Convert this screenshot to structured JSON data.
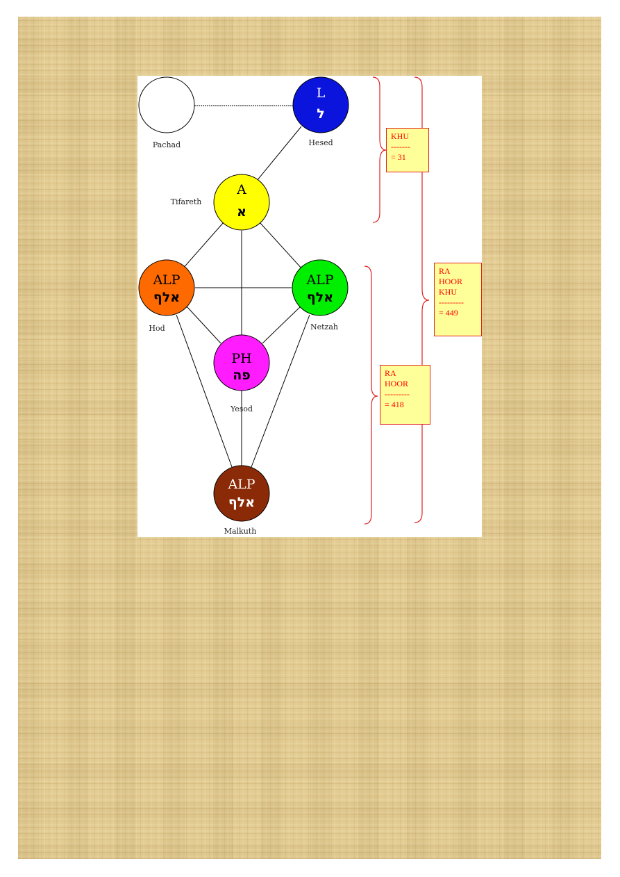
{
  "colors": {
    "pachad": "#ffffff",
    "hesed": "#0a14dd",
    "tifareth": "#ffff00",
    "hod": "#ff6a00",
    "netzah": "#00ee00",
    "yesod": "#ff1cff",
    "malkuth": "#8b2a06",
    "brace": "#e02020",
    "note_bg": "#ffff99",
    "note_text": "#ff0000"
  },
  "sefirot": {
    "pachad": {
      "name": "Pachad",
      "latin": "",
      "hebrew": ""
    },
    "hesed": {
      "name": "Hesed",
      "latin": "L",
      "hebrew": "ל"
    },
    "tifareth": {
      "name": "Tifareth",
      "latin": "A",
      "hebrew": "א"
    },
    "hod": {
      "name": "Hod",
      "latin": "ALP",
      "hebrew": "אלף"
    },
    "netzah": {
      "name": "Netzah",
      "latin": "ALP",
      "hebrew": "אלף"
    },
    "yesod": {
      "name": "Yesod",
      "latin": "PH",
      "hebrew": "פה"
    },
    "malkuth": {
      "name": "Malkuth",
      "latin": "ALP",
      "hebrew": "אלף"
    }
  },
  "notes": {
    "khu": {
      "line1": "KHU",
      "line2": "-------",
      "line3": "= 31"
    },
    "ra_hoor": {
      "line1": "RA",
      "line2": "HOOR",
      "line3": "---------",
      "line4": "= 418"
    },
    "ra_hoor_khu": {
      "line1": "RA",
      "line2": "HOOR",
      "line3": "KHU",
      "line4": "---------",
      "line5": "= 449"
    }
  }
}
